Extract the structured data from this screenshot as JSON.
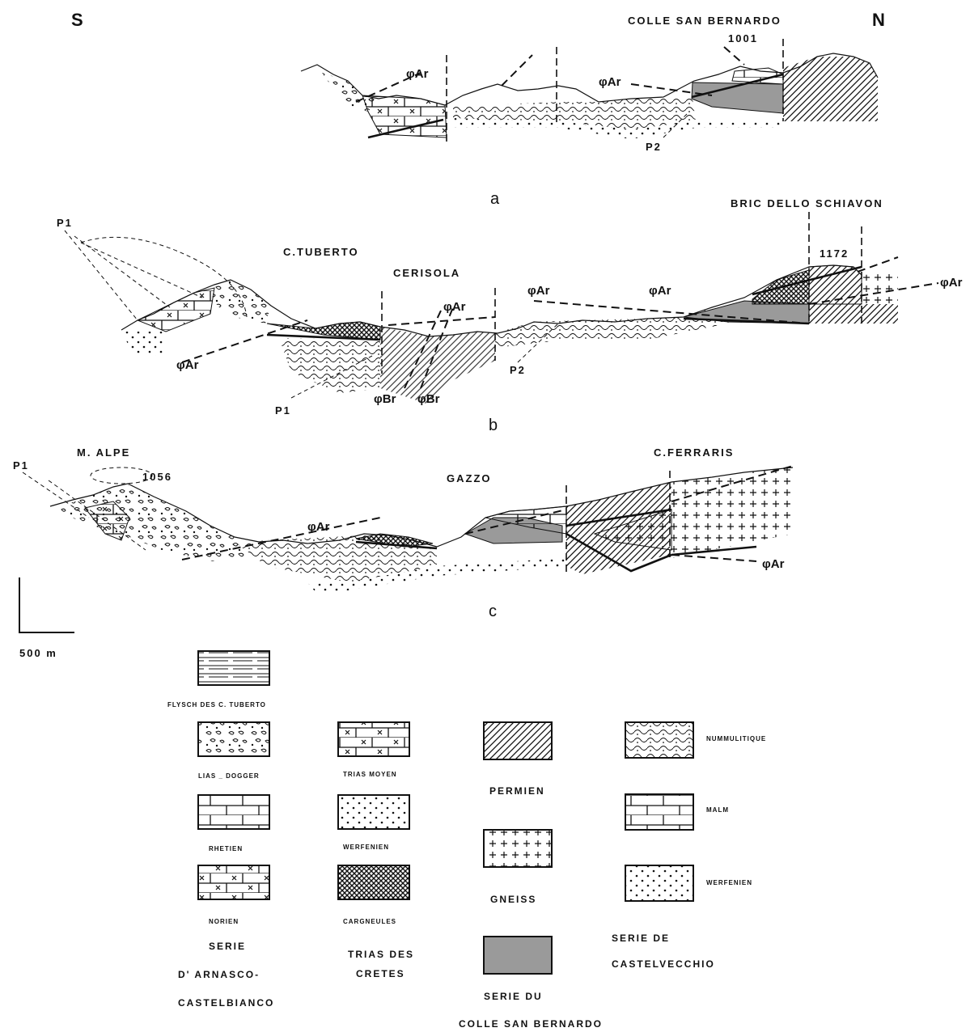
{
  "orientation": {
    "south": "S",
    "north": "N"
  },
  "sections": {
    "a": {
      "letter": "a",
      "peak_name": "COLLE SAN BERNARDO",
      "peak_elev": "1001",
      "labels": [
        "φAr",
        "φAr",
        "P2"
      ]
    },
    "b": {
      "letter": "b",
      "peak_name": "BRIC DELLO SCHIAVON",
      "peak_elev": "1172",
      "places": [
        "C.TUBERTO",
        "CERISOLA"
      ],
      "labels": [
        "P1",
        "P1",
        "P2",
        "φAr",
        "φAr",
        "φAr",
        "φAr",
        "φAr",
        "φBr",
        "φBr"
      ]
    },
    "c": {
      "letter": "c",
      "places": [
        "M. ALPE",
        "GAZZO",
        "C.FERRARIS"
      ],
      "peak_elev": "1056",
      "labels": [
        "P1",
        "φAr",
        "φAr"
      ]
    }
  },
  "scale": {
    "label": "500 m"
  },
  "legend": {
    "flysch": "FLYSCH DES C. TUBERTO",
    "col1": {
      "items": [
        "LIAS _ DOGGER",
        "RHETIEN",
        "NORIEN"
      ],
      "group_lines": [
        "SERIE",
        "D' ARNASCO-",
        "CASTELBIANCO"
      ]
    },
    "col2": {
      "items": [
        "TRIAS MOYEN",
        "WERFENIEN",
        "CARGNEULES"
      ],
      "group_lines": [
        "TRIAS DES",
        "CRETES"
      ]
    },
    "col3": {
      "items": [
        "PERMIEN",
        "GNEISS"
      ],
      "group_lines": [
        "SERIE DU",
        "COLLE SAN BERNARDO"
      ]
    },
    "col4": {
      "items": [
        "NUMMULITIQUE",
        "MALM",
        "WERFENIEN"
      ],
      "group_lines": [
        "SERIE DE",
        "CASTELVECCHIO"
      ]
    }
  }
}
